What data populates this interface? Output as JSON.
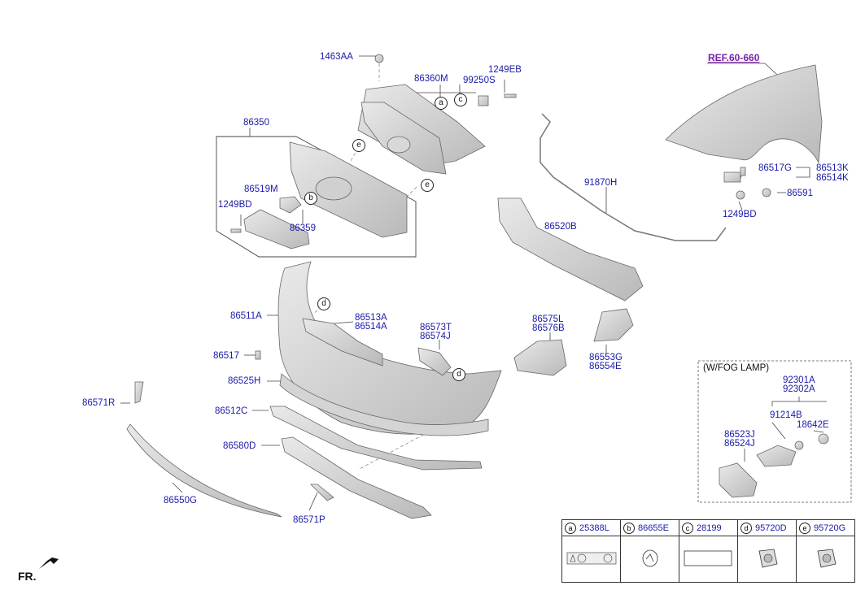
{
  "ref": "REF.60-660",
  "fog_title": "(W/FOG LAMP)",
  "fr": "FR.",
  "parts": {
    "p1463AA": "1463AA",
    "p86360M": "86360M",
    "p99250S": "99250S",
    "p1249EB": "1249EB",
    "p86350": "86350",
    "p86519M": "86519M",
    "p1249BD_a": "1249BD",
    "p86359": "86359",
    "p91870H": "91870H",
    "p86517G": "86517G",
    "p86513K": "86513K",
    "p86514K": "86514K",
    "p86591": "86591",
    "p1249BD_b": "1249BD",
    "p86520B": "86520B",
    "p86511A": "86511A",
    "p86513A": "86513A",
    "p86514A": "86514A",
    "p86573T": "86573T",
    "p86574J": "86574J",
    "p86575L": "86575L",
    "p86576B": "86576B",
    "p86553G": "86553G",
    "p86554E": "86554E",
    "p86517": "86517",
    "p86525H": "86525H",
    "p86571R": "86571R",
    "p86512C": "86512C",
    "p86580D": "86580D",
    "p86550G": "86550G",
    "p86571P": "86571P",
    "p92301A": "92301A",
    "p92302A": "92302A",
    "p91214B": "91214B",
    "p18642E": "18642E",
    "p86523J": "86523J",
    "p86524J": "86524J"
  },
  "callouts": {
    "a": "a",
    "b": "b",
    "c": "c",
    "d": "d",
    "e": "e"
  },
  "legend": [
    {
      "letter": "a",
      "part": "25388L"
    },
    {
      "letter": "b",
      "part": "86655E"
    },
    {
      "letter": "c",
      "part": "28199"
    },
    {
      "letter": "d",
      "part": "95720D"
    },
    {
      "letter": "e",
      "part": "95720G"
    }
  ]
}
